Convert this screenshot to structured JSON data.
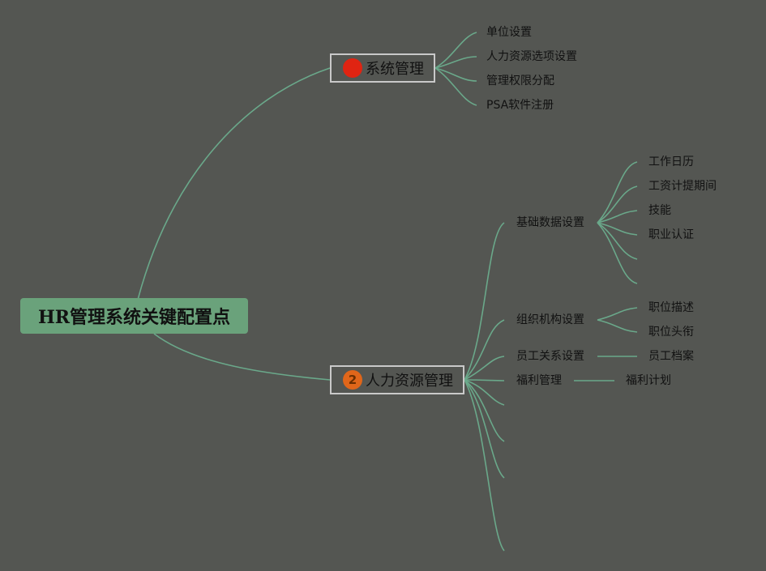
{
  "root": {
    "label": "HR管理系统关键配置点"
  },
  "colors": {
    "background": "#545652",
    "line": "#6aa88a",
    "root_fill": "#6aa27b",
    "badge_1": "#e02412",
    "badge_2": "#e0661a"
  },
  "branches": [
    {
      "label": "系统管理",
      "badge": "",
      "children": [
        "单位设置",
        "人力资源选项设置",
        "管理权限分配",
        "PSA软件注册"
      ]
    },
    {
      "label": "人力资源管理",
      "badge": "2",
      "children": [
        {
          "label": "基础数据设置",
          "children": [
            "工作日历",
            "工资计提期间",
            "技能",
            "职业认证"
          ]
        },
        {
          "label": "组织机构设置",
          "children": [
            "职位描述",
            "职位头衔"
          ]
        },
        {
          "label": "员工关系设置",
          "children": [
            "员工档案"
          ]
        },
        {
          "label": "福利管理",
          "children": [
            "福利计划"
          ]
        }
      ]
    }
  ]
}
